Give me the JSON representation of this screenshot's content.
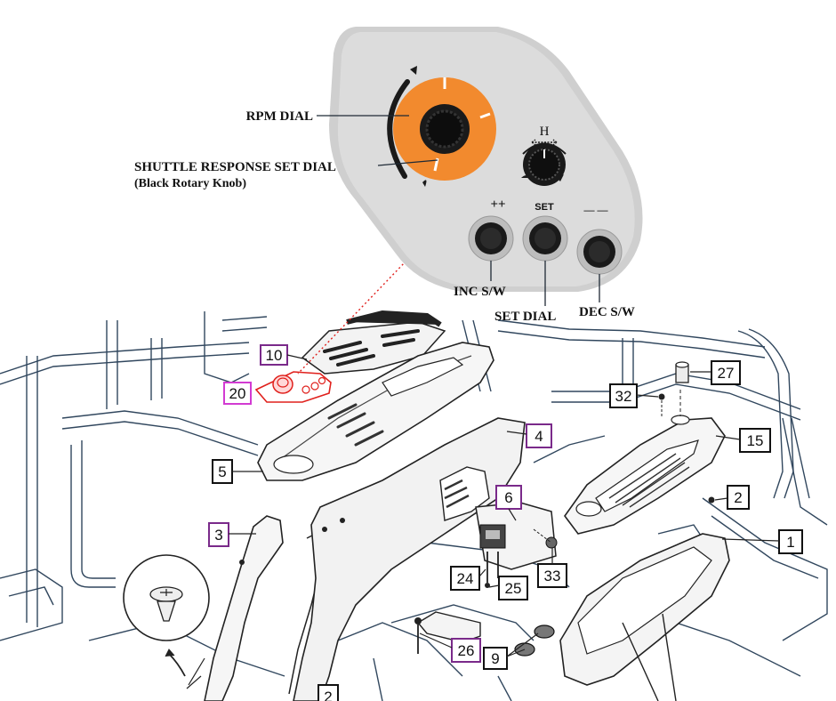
{
  "panel": {
    "rpm_dial_label": "RPM DIAL",
    "shuttle_dial_label": "SHUTTLE RESPONSE SET DIAL",
    "shuttle_dial_sub": "(Black Rotary Knob)",
    "knob_letter": "H",
    "inc_symbol": "++",
    "set_symbol": "SET",
    "dec_symbol": "— —",
    "inc_label": "INC S/W",
    "set_label": "SET DIAL",
    "dec_label": "DEC S/W",
    "panel_color": "#dcdcdc",
    "dial_color": "#f28a2e",
    "highlight_color": "#e0201c"
  },
  "callouts": {
    "c1": "1",
    "c2a": "2",
    "c2b": "2",
    "c3": "3",
    "c4": "4",
    "c5": "5",
    "c6": "6",
    "c9": "9",
    "c10": "10",
    "c15": "15",
    "c20": "20",
    "c24": "24",
    "c25": "25",
    "c26": "26",
    "c27": "27",
    "c32": "32",
    "c33": "33",
    "box_black": "#111111",
    "box_purple": "#7a2a8a",
    "box_magenta": "#d23bd2"
  }
}
